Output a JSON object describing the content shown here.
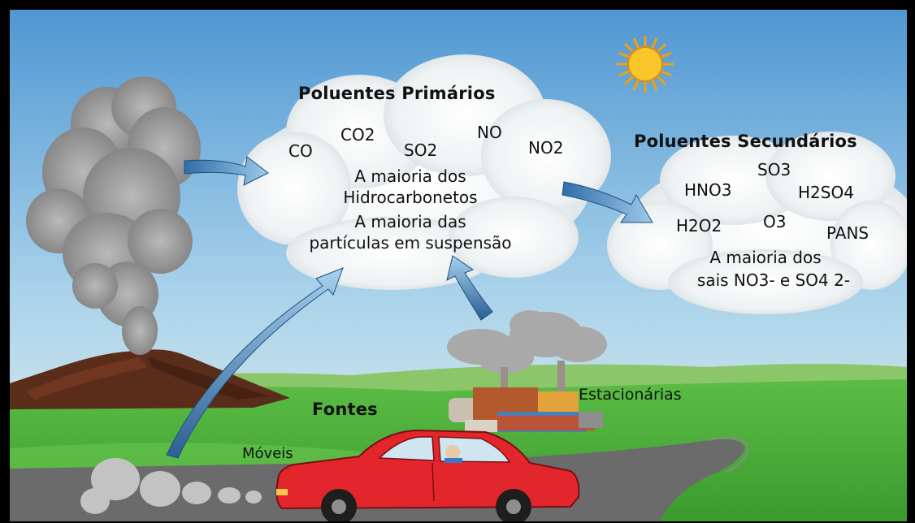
{
  "primary": {
    "title": "Poluentes Primários",
    "co": "CO",
    "co2": "CO2",
    "so2": "SO2",
    "no": "NO",
    "no2": "NO2",
    "line1": "A maioria dos",
    "line2": "Hidrocarbonetos",
    "line3": "A maioria das",
    "line4": "partículas em suspensão"
  },
  "secondary": {
    "title": "Poluentes Secundários",
    "so3": "SO3",
    "hno3": "HNO3",
    "h2so4": "H2SO4",
    "h2o2": "H2O2",
    "o3": "O3",
    "pans": "PANS",
    "line1": "A maioria dos",
    "line2": "sais NO3- e SO4 2-"
  },
  "sources": {
    "title": "Fontes",
    "stationary": "Estacionárias",
    "mobile": "Móveis"
  },
  "colors": {
    "sky_top": "#5aa0d8",
    "sky_bottom": "#d8ecf2",
    "grass": "#4caf3a",
    "road": "#6b6b6b",
    "car": "#e0242a",
    "sun": "#f6b21c",
    "arrow": "#3f7fb8"
  }
}
